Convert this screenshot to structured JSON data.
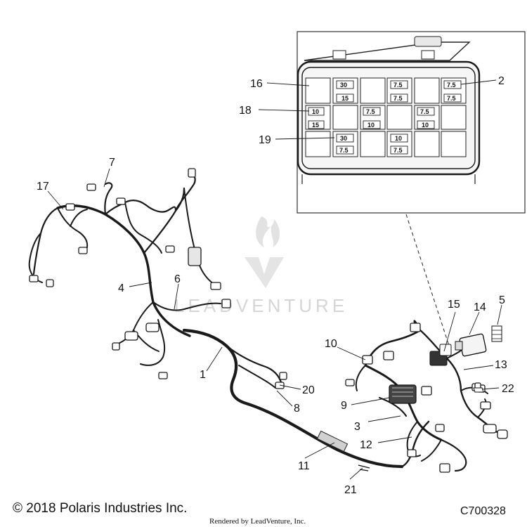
{
  "diagram": {
    "copyright": "© 2018 Polaris Industries Inc.",
    "part_code": "C700328",
    "rendered_by": "Rendered by LeadVenture, Inc.",
    "watermark": "LEADVENTURE",
    "callouts": {
      "c1": "1",
      "c2": "2",
      "c3": "3",
      "c4": "4",
      "c5": "5",
      "c6": "6",
      "c7": "7",
      "c8": "8",
      "c9": "9",
      "c10": "10",
      "c11": "11",
      "c12": "12",
      "c13": "13",
      "c14": "14",
      "c15": "15",
      "c16": "16",
      "c17": "17",
      "c18": "18",
      "c19": "19",
      "c20": "20",
      "c21": "21",
      "c22": "22"
    },
    "fuse_box": {
      "row1": [
        "30",
        "15",
        "7.5",
        "7.5",
        "7.5",
        "7.5"
      ],
      "row2": [
        "10",
        "15",
        "7.5",
        "10",
        "7.5",
        "10"
      ],
      "row3": [
        "30",
        "7.5",
        "10",
        "7.5"
      ]
    }
  }
}
